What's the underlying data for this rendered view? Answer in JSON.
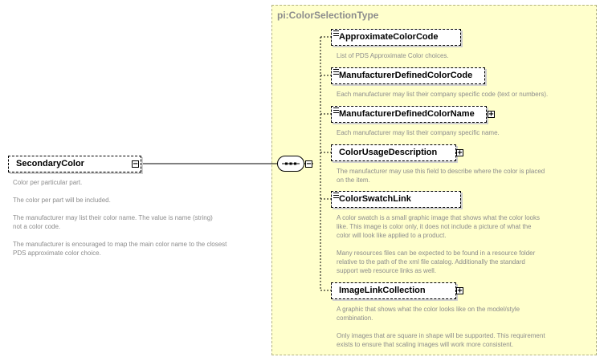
{
  "type_name": "pi:ColorSelectionType",
  "root": {
    "name": "SecondaryColor",
    "description": [
      "Color per particular part.",
      "The color per part will be included.",
      "The manufacturer may list their color name.  The value is name (string)\nnot a color code.",
      "The manufacturer is encouraged to map the main color name to the closest\nPDS approximate color choice."
    ]
  },
  "children": [
    {
      "name": "ApproximateColorCode",
      "description": [
        "List of PDS Approximate Color choices."
      ]
    },
    {
      "name": "ManufacturerDefinedColorCode",
      "description": [
        "Each manufacturer may list their company specific code (text or numbers)."
      ]
    },
    {
      "name": "ManufacturerDefinedColorName",
      "description": [
        "Each manufacturer may list their company specific name."
      ]
    },
    {
      "name": "ColorUsageDescription",
      "description": [
        "The manufacturer may use this field to describe where the color is placed\non the item."
      ]
    },
    {
      "name": "ColorSwatchLink",
      "description": [
        "A color swatch is a small graphic image that shows what the color looks\nlike.  This image is color only, it does not include a picture of what the\ncolor will look like applied to a product.",
        "Many resources files can be expected to be found in a resource folder\nrelative to the path of the xml file catalog.  Additionally the standard\nsupport web resource links as well."
      ]
    },
    {
      "name": "ImageLinkCollection",
      "description": [
        "A graphic that shows what the color looks like on the model/style\ncombination.",
        "Only images that are square in shape will be supported.  This requirement\nexists to ensure that scaling images will work more consistent."
      ]
    }
  ],
  "expand_symbol": "+",
  "collapse_symbol": "−"
}
